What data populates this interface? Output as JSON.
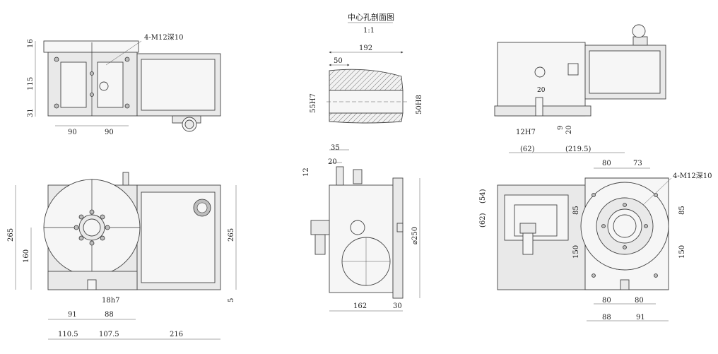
{
  "section_view": {
    "title": "中心孔剖面图",
    "scale": "1:1",
    "dims": {
      "length": "192",
      "depth": "50",
      "bore_left": "55H7",
      "bore_right": "50H8"
    }
  },
  "top_left_view": {
    "note": "4-M12深10",
    "dims": {
      "d16": "16",
      "d115": "115",
      "d31": "31",
      "d90a": "90",
      "d90b": "90"
    }
  },
  "front_left_view": {
    "dims": {
      "d265l": "265",
      "d160": "160",
      "d265r": "265",
      "d5": "5",
      "slot": "18h7",
      "d91": "91",
      "d88": "88",
      "d110": "110.5",
      "d107": "107.5",
      "d216": "216"
    }
  },
  "side_view": {
    "dims": {
      "d35": "35",
      "d20": "20",
      "d12": "12",
      "dia250": "⌀250",
      "d162": "162",
      "d30": "30"
    }
  },
  "top_right_view": {
    "dims": {
      "d20": "20",
      "key": "12H7",
      "d9": "9",
      "d20b": "20"
    }
  },
  "rear_view": {
    "note": "4-M12深10",
    "dims": {
      "p62a": "(62)",
      "p219": "(219.5)",
      "d80t": "80",
      "d73": "73",
      "p54": "(54)",
      "p62b": "(62)",
      "d85a": "85",
      "d85b": "85",
      "d150a": "150",
      "d150b": "150",
      "d80b1": "80",
      "d80b2": "80",
      "d88": "88",
      "d91": "91"
    }
  }
}
